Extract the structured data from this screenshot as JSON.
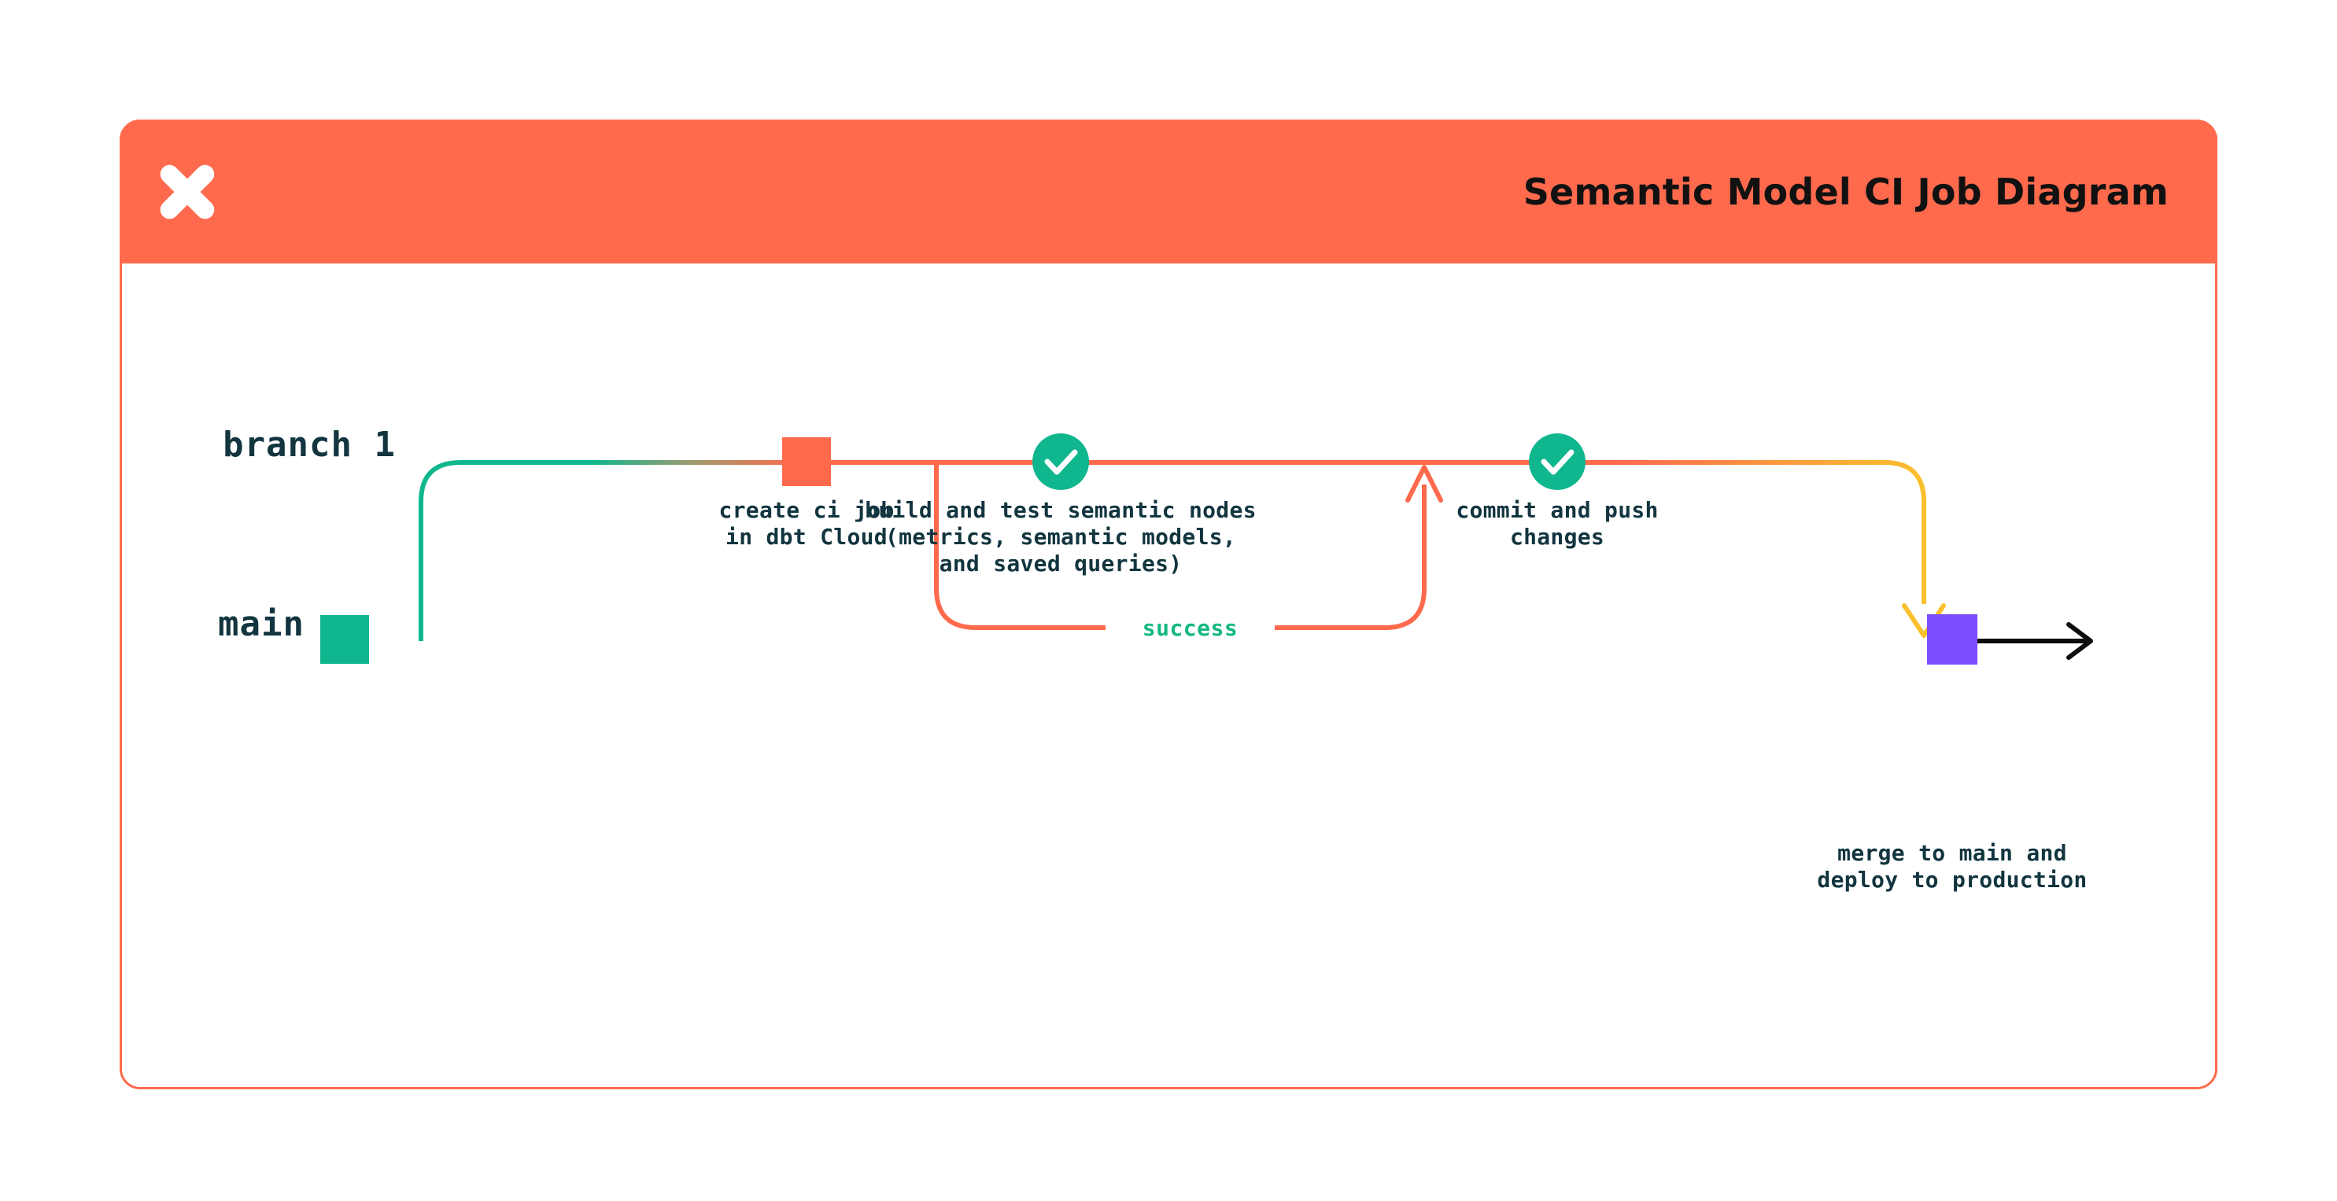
{
  "card": {
    "logo_icon": "dbt-logo-icon",
    "title": "Semantic Model CI Job Diagram",
    "header_color": "#ff6a4d",
    "border_color": "#ff6a4d"
  },
  "diagram": {
    "type": "git-branch-flow",
    "branches": [
      {
        "key": "branch1",
        "label": "branch 1",
        "lane": "top",
        "color": "#ff6a4d"
      },
      {
        "key": "main",
        "label": "main",
        "lane": "bottom",
        "color": "#0fb68e"
      }
    ],
    "nodes": [
      {
        "key": "main-start",
        "shape": "square",
        "color": "#0fb68e",
        "branch": "main",
        "label": ""
      },
      {
        "key": "create-ci-job",
        "shape": "square",
        "color": "#ff6a4d",
        "branch": "branch1",
        "label": "create ci job\nin dbt Cloud"
      },
      {
        "key": "build-and-test",
        "shape": "check-circle",
        "color": "#0fb68e",
        "branch": "branch1",
        "label": "build and test semantic nodes\n(metrics, semantic models,\nand saved queries)"
      },
      {
        "key": "commit-and-push",
        "shape": "check-circle",
        "color": "#0fb68e",
        "branch": "branch1",
        "label": "commit and push\nchanges"
      },
      {
        "key": "merge-to-main",
        "shape": "square",
        "color": "#7c4dff",
        "branch": "main",
        "label": "merge to main and\ndeploy to production"
      }
    ],
    "edges": [
      {
        "key": "branch-out",
        "from": "main-start",
        "to": "create-ci-job",
        "colors": [
          "#0fb68e",
          "#ff6a4d"
        ],
        "label": ""
      },
      {
        "key": "retry-loop",
        "from": "build-and-test",
        "to": "commit-and-push",
        "color": "#ff6a4d",
        "label": "success"
      },
      {
        "key": "merge-down",
        "from": "commit-and-push",
        "to": "merge-to-main",
        "colors": [
          "#ff6a4d",
          "#fbc02d"
        ],
        "label": ""
      },
      {
        "key": "production",
        "from": "merge-to-main",
        "to": "",
        "color": "#000000",
        "label": ""
      }
    ],
    "labels": {
      "success": "success"
    },
    "colors": {
      "orange": "#ff6a4d",
      "green": "#0fb68e",
      "yellow": "#fbc02d",
      "purple": "#7c4dff",
      "black": "#0d0d0d",
      "text": "#12353f",
      "success_text": "#13b881"
    }
  }
}
